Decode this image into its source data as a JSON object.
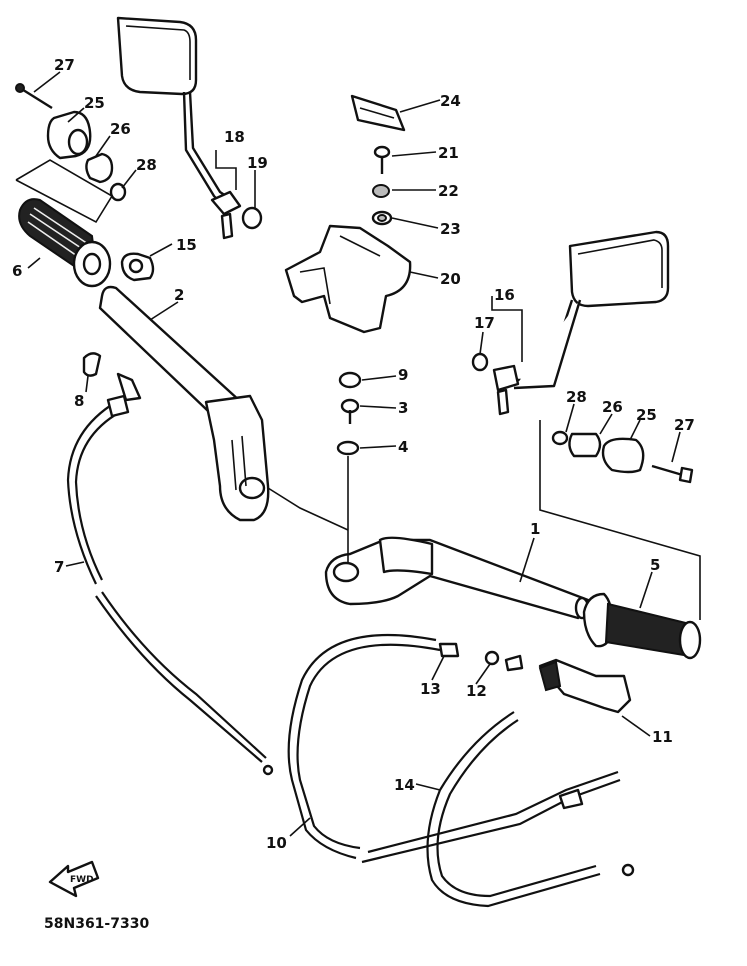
{
  "diagram": {
    "part_code": "58N361-7330",
    "fwd_label": "FWD",
    "callouts": {
      "c1": "1",
      "c2": "2",
      "c3": "3",
      "c4": "4",
      "c5": "5",
      "c6": "6",
      "c7": "7",
      "c8": "8",
      "c9": "9",
      "c10": "10",
      "c11": "11",
      "c12": "12",
      "c13": "13",
      "c14": "14",
      "c15": "15",
      "c16": "16",
      "c17": "17",
      "c18": "18",
      "c19": "19",
      "c20": "20",
      "c21": "21",
      "c22": "22",
      "c23": "23",
      "c24": "24",
      "c25a": "25",
      "c25b": "25",
      "c26a": "26",
      "c26b": "26",
      "c27a": "27",
      "c27b": "27",
      "c28a": "28",
      "c28b": "28"
    }
  }
}
